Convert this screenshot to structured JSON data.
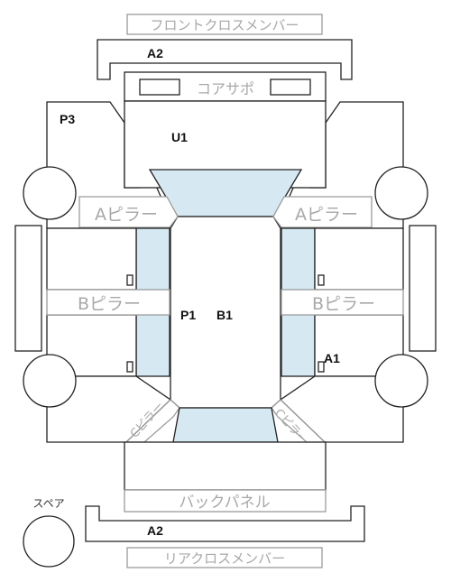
{
  "labels": {
    "front_cross_member": "フロントクロスメンバー",
    "core_support": "コアサポ",
    "a_pillar_left": "Aピラー",
    "a_pillar_right": "Aピラー",
    "b_pillar_left": "Bピラー",
    "b_pillar_right": "Bピラー",
    "c_pillar_left": "Cピラー",
    "c_pillar_right": "Cピラー",
    "back_panel": "バックパネル",
    "rear_cross_member": "リアクロスメンバー",
    "spare": "スペア"
  },
  "codes": {
    "a2_front": "A2",
    "a2_rear": "A2",
    "p3": "P3",
    "u1": "U1",
    "p1": "P1",
    "b1": "B1",
    "a1": "A1"
  }
}
